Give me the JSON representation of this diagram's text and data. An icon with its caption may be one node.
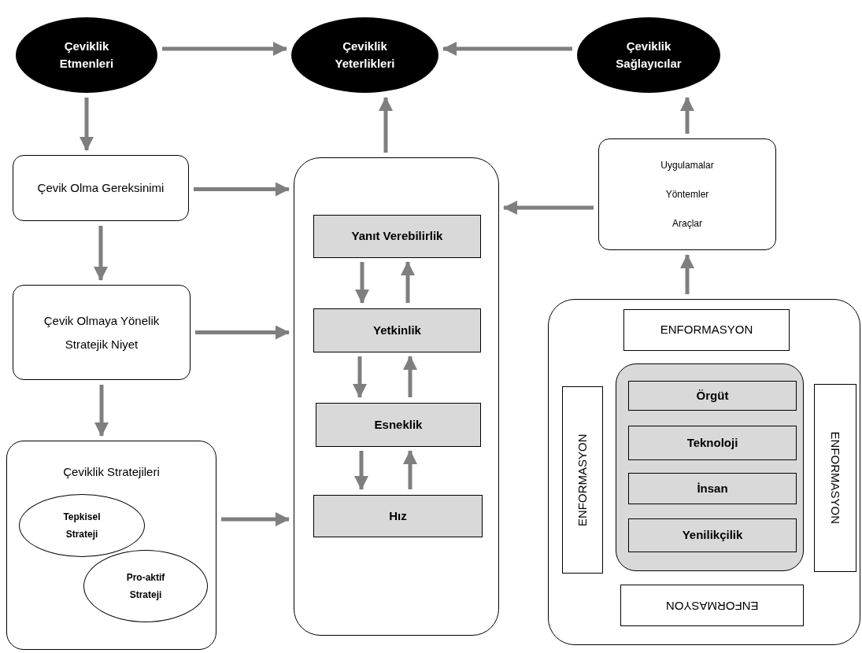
{
  "diagram": {
    "nodes": [
      {
        "text": [
          "Çeviklik Etmenleri"
        ]
      },
      {
        "text": [
          "Çeviklik Yeterlikleri"
        ]
      },
      {
        "text": [
          "Çeviklik Sağlayıcılar"
        ]
      },
      {
        "text": [
          "Çevik Olma Gereksinimi"
        ]
      },
      {
        "text": [
          "Çevik Olmaya Yönelik Stratejik Niyet"
        ]
      },
      {
        "text": [
          "Çeviklik Stratejileri"
        ]
      },
      {
        "text": [
          "Tepkisel Strateji"
        ],
        "in": 5
      },
      {
        "text": [
          "Pro-aktif Strateji"
        ],
        "in": 5
      },
      {
        "text": [],
        "shape": "box"
      },
      {
        "text": [
          "Yanıt Verebilirlik"
        ],
        "in": 8
      },
      {
        "text": [
          "Yetkinlik"
        ],
        "in": 8
      },
      {
        "text": [
          "Esneklik"
        ],
        "in": 8
      },
      {
        "text": [
          "Hız"
        ],
        "in": 8
      },
      {
        "text": [
          "Uygulamalar",
          "Yöntemler",
          "Araçlar"
        ]
      },
      {
        "text": [],
        "shape": "box"
      },
      {
        "text": [
          "ENFORMASYON"
        ],
        "in": 14
      },
      {
        "text": [
          "ENFORMASYON"
        ],
        "in": 14
      },
      {
        "text": [],
        "shape": "box",
        "in": 14
      },
      {
        "text": [
          "Örgüt"
        ],
        "in": 17
      },
      {
        "text": [
          "Teknoloji"
        ],
        "in": 17
      },
      {
        "text": [
          "İnsan"
        ],
        "in": 17
      },
      {
        "text": [
          "Yenilikçilik"
        ],
        "in": 17
      },
      {
        "text": [
          "ENFORMASYON"
        ],
        "in": 14
      },
      {
        "text": [
          "ENFORMASYON"
        ],
        "in": 14
      }
    ],
    "edges": [
      {
        "from": 0,
        "to": 1,
        "arrow": "to"
      },
      {
        "from": 2,
        "to": 1,
        "arrow": "to"
      },
      {
        "from": 0,
        "to": 3,
        "arrow": "to"
      },
      {
        "from": 8,
        "to": 1,
        "arrow": "to"
      },
      {
        "from": 13,
        "to": 2,
        "arrow": "to"
      },
      {
        "from": 3,
        "to": 8,
        "arrow": "to"
      },
      {
        "from": 13,
        "to": 8,
        "arrow": "to"
      },
      {
        "from": 3,
        "to": 4,
        "arrow": "to"
      },
      {
        "from": 14,
        "to": 13,
        "arrow": "to"
      },
      {
        "from": 9,
        "to": 10,
        "arrow": "to"
      },
      {
        "from": 10,
        "to": 9,
        "arrow": "to"
      },
      {
        "from": 4,
        "to": 8,
        "arrow": "to"
      },
      {
        "from": 4,
        "to": 5,
        "arrow": "to"
      },
      {
        "from": 10,
        "to": 11,
        "arrow": "to"
      },
      {
        "from": 11,
        "to": 10,
        "arrow": "to"
      },
      {
        "from": 11,
        "to": 12,
        "arrow": "to"
      },
      {
        "from": 12,
        "to": 11,
        "arrow": "to"
      },
      {
        "from": 5,
        "to": 8,
        "arrow": "to"
      }
    ]
  }
}
